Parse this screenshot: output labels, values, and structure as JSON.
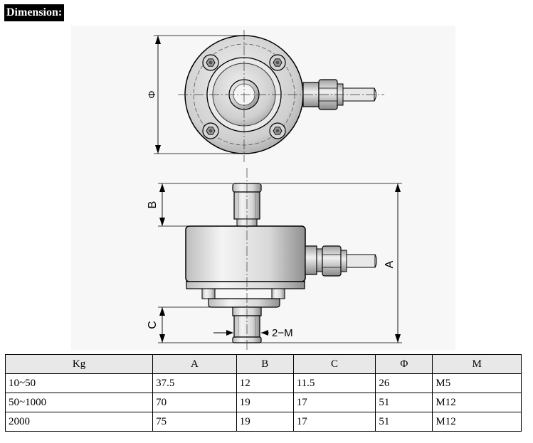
{
  "heading": "Dimension:",
  "drawing": {
    "label_phi": "Φ",
    "label_a": "A",
    "label_b": "B",
    "label_c": "C",
    "label_m": "2−M"
  },
  "table": {
    "headers": [
      "Kg",
      "A",
      "B",
      "C",
      "Φ",
      "M"
    ],
    "rows": [
      [
        "10~50",
        "37.5",
        "12",
        "11.5",
        "26",
        "M5"
      ],
      [
        "50~1000",
        "70",
        "19",
        "17",
        "51",
        "M12"
      ],
      [
        "2000",
        "75",
        "19",
        "17",
        "51",
        "M12"
      ]
    ]
  }
}
